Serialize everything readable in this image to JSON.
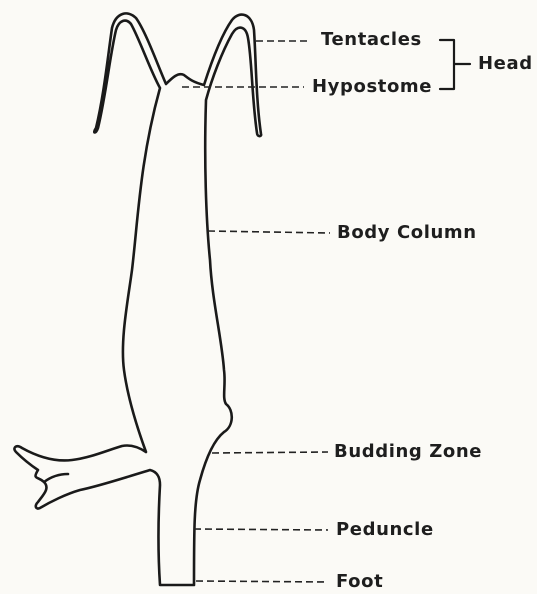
{
  "labels": {
    "tentacles": "Tentacles",
    "hypostome": "Hypostome",
    "head": "Head",
    "body_column": "Body Column",
    "budding_zone": "Budding Zone",
    "peduncle": "Peduncle",
    "foot": "Foot"
  },
  "colors": {
    "ink": "#1a1a1a",
    "paper": "#fbfaf6"
  }
}
